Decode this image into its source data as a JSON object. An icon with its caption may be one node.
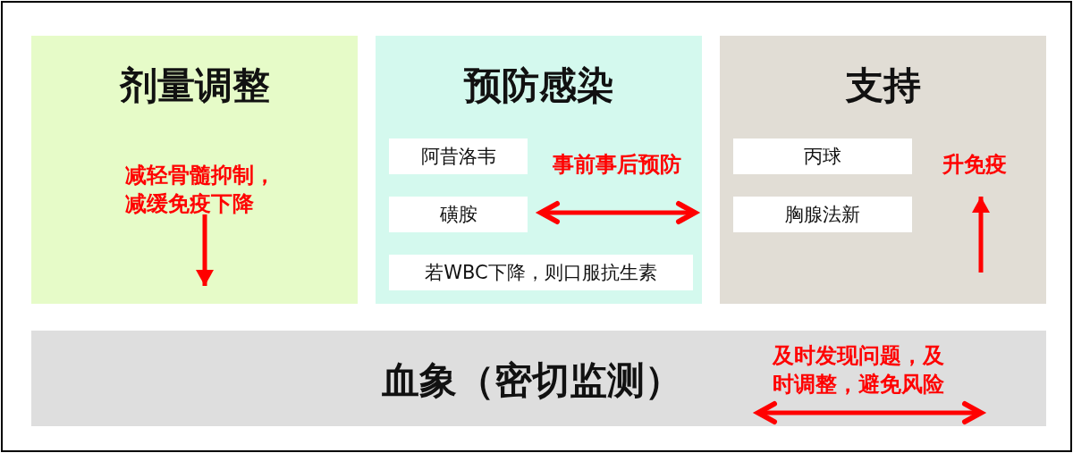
{
  "diagram": {
    "nodes": [
      {
        "text": [
          "剂量调整",
          "减轻骨髓抑制，减缓免疫下降"
        ]
      },
      {
        "text": [
          "预防感染",
          "事前事后预防"
        ]
      },
      {
        "text": [
          "阿昔洛韦"
        ],
        "in": 1
      },
      {
        "text": [
          "磺胺"
        ],
        "in": 1
      },
      {
        "text": [
          "若WBC下降，则口服抗生素"
        ],
        "in": 1
      },
      {
        "text": [
          "支持",
          "升免疫"
        ]
      },
      {
        "text": [
          "丙球"
        ],
        "in": 5
      },
      {
        "text": [
          "胸腺法新"
        ],
        "in": 5
      },
      {
        "text": [
          "血象（密切监测）",
          "及时发现问题，及时调整，避免风险"
        ]
      }
    ]
  }
}
